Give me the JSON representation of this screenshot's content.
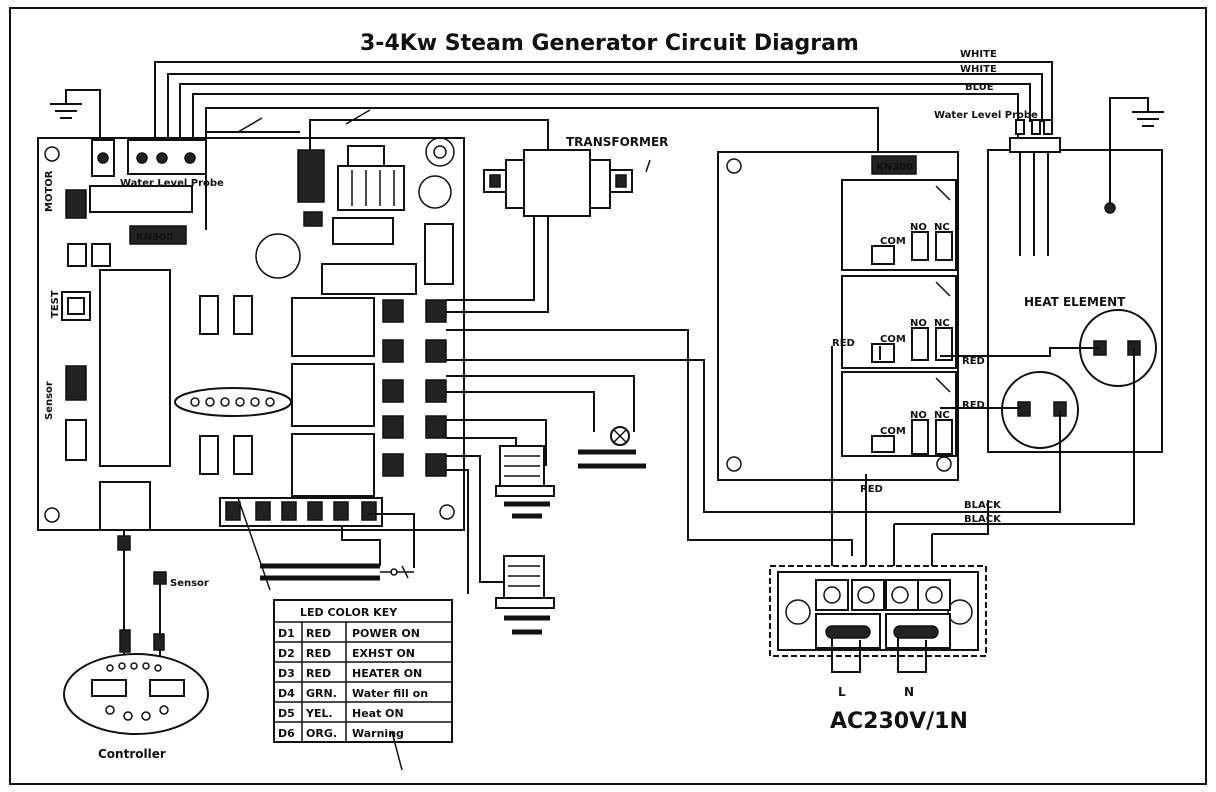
{
  "title": "3-4Kw Steam Generator Circuit Diagram",
  "wire_labels": {
    "white_1": "WHITE",
    "white_2": "WHITE",
    "blue": "BLUE",
    "red_1": "RED",
    "red_2": "RED",
    "red_3": "RED",
    "red_4": "RED",
    "black_1": "BLACK",
    "black_2": "BLACK"
  },
  "components": {
    "water_level_probe": "Water Level Probe",
    "transformer": "TRANSFORMER",
    "heat_element": "HEAT ELEMENT",
    "sensor": "Sensor",
    "controller": "Controller",
    "power": "AC230V/1N",
    "terminal_l": "L",
    "terminal_n": "N",
    "relay_com": "COM",
    "relay_no": "NO",
    "relay_nc": "NC",
    "pcb_side_1": "TEST",
    "pcb_side_2": "Sensor",
    "pcb_side_3": "MOTOR",
    "pcb_probe": "Water Level Probe",
    "pcb_conn": "KN300",
    "board_conn": "KN300"
  },
  "led_table": {
    "header": "LED COLOR KEY",
    "rows": [
      [
        "D1",
        "RED",
        "POWER ON"
      ],
      [
        "D2",
        "RED",
        "EXHST ON"
      ],
      [
        "D3",
        "RED",
        "HEATER ON"
      ],
      [
        "D4",
        "GRN.",
        "Water fill on"
      ],
      [
        "D5",
        "YEL.",
        "Heat ON"
      ],
      [
        "D6",
        "ORG.",
        "Warning"
      ]
    ]
  },
  "colors": {
    "line": "#111111",
    "background": "#ffffff"
  }
}
